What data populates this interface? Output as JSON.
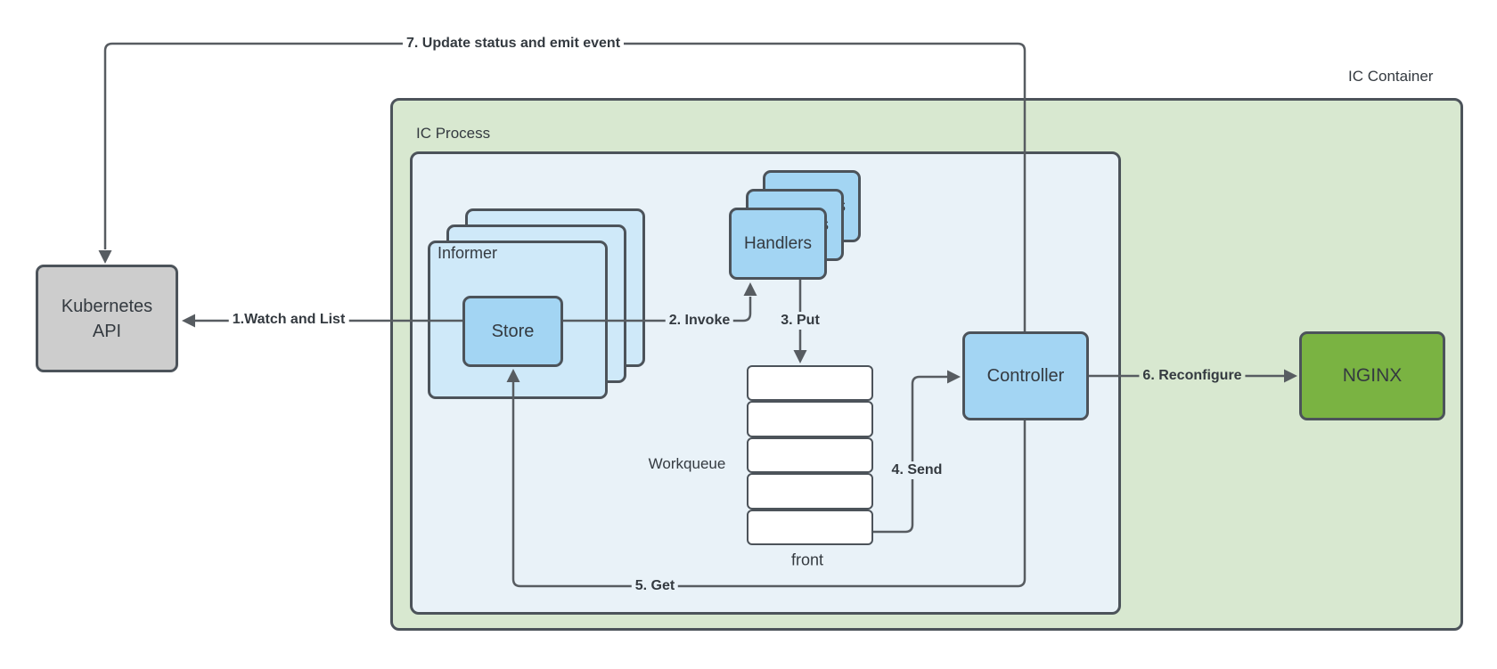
{
  "diagram": {
    "containers": {
      "ic_container": {
        "label": "IC Container"
      },
      "ic_process": {
        "label": "IC Process"
      }
    },
    "nodes": {
      "kubernetes_api": {
        "label_line1": "Kubernetes",
        "label_line2": "API"
      },
      "informer": {
        "label": "Informer"
      },
      "store": {
        "label": "Store"
      },
      "handlers": {
        "label": "Handlers"
      },
      "workqueue": {
        "label": "Workqueue",
        "front_label": "front",
        "cell_count": 5
      },
      "controller": {
        "label": "Controller"
      },
      "nginx": {
        "label": "NGINX"
      }
    },
    "edges": {
      "e1": {
        "label": "1.Watch and List"
      },
      "e2": {
        "label": "2. Invoke"
      },
      "e3": {
        "label": "3. Put"
      },
      "e4": {
        "label": "4. Send"
      },
      "e5": {
        "label": "5. Get"
      },
      "e6": {
        "label": "6. Reconfigure"
      },
      "e7": {
        "label": "7. Update status and emit event"
      }
    },
    "colors": {
      "container_green": "#d8e8d0",
      "process_blue": "#e9f2f8",
      "informer_blue": "#cfe9f9",
      "node_blue": "#a3d5f3",
      "nginx_green": "#7ab342",
      "k8s_gray": "#cdcdcd",
      "line_color": "#575c61",
      "border_color": "#4c535a",
      "text_color": "#343a40",
      "canvas_bg": "#ffffff"
    }
  }
}
